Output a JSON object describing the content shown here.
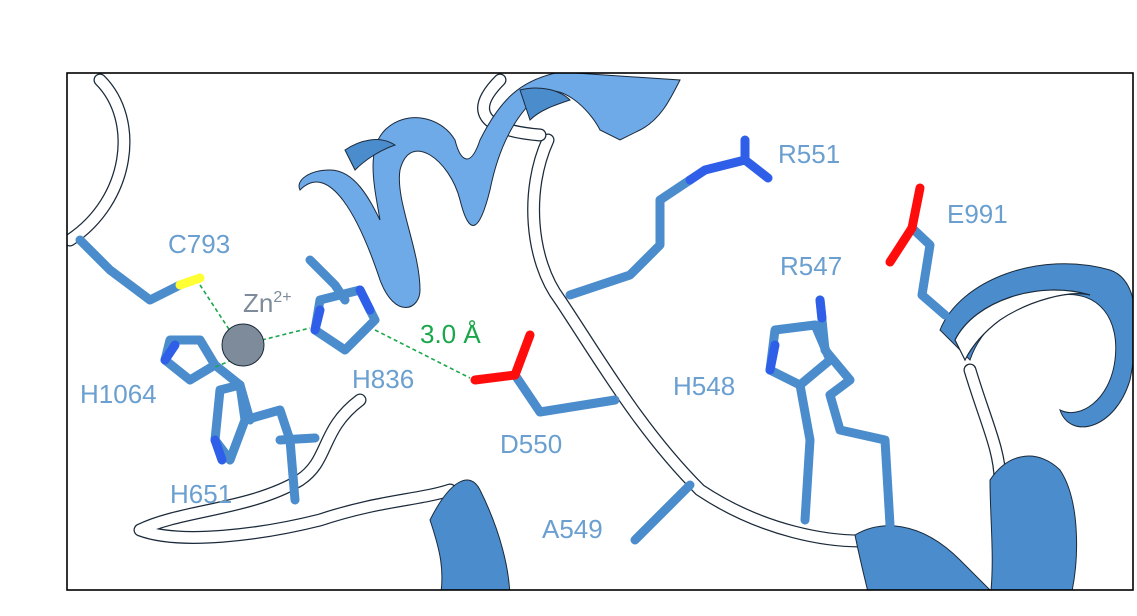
{
  "colors": {
    "residue_label": "#6a9fd0",
    "ion_label": "#7e8b9a",
    "distance_label": "#1aa64b",
    "carbon": "#4a8ccc",
    "nitrogen": "#2f5fe8",
    "oxygen": "#ff0d0d",
    "sulfur": "#ffff33",
    "zinc": "#7e8b9a",
    "helix": "#6ea9e8",
    "sheet": "#4a8ccc",
    "coil": "#ffffff"
  },
  "labels": {
    "c793": "C793",
    "zn": "Zn",
    "zn_charge": "2+",
    "distance": "3.0 Å",
    "h836": "H836",
    "h1064": "H1064",
    "h651": "H651",
    "d550": "D550",
    "a549": "A549",
    "h548": "H548",
    "r547": "R547",
    "r551": "R551",
    "e991": "E991"
  },
  "icons": [
    "zinc-ion-icon",
    "coordination-bond-icon",
    "hydrogen-bond-icon"
  ]
}
